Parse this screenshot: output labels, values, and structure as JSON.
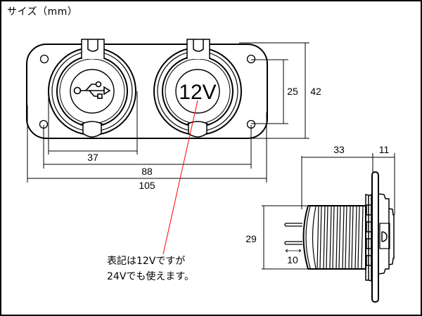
{
  "title": "サイズ（mm）",
  "front_view": {
    "usb_socket_icon": "usb-icon",
    "socket_label": "12V",
    "dimensions": {
      "socket_hole_spacing": "37",
      "mounting_hole_spacing_horizontal": "88",
      "overall_width": "105",
      "mounting_hole_spacing_vertical": "25",
      "overall_height": "42"
    }
  },
  "side_view": {
    "dimensions": {
      "body_depth": "33",
      "front_depth": "11",
      "body_diameter": "29",
      "terminal_length": "10"
    }
  },
  "note": {
    "line1": "表記は12Vですが",
    "line2": "24Vでも使えます。"
  },
  "colors": {
    "line": "#000000",
    "leader": "#ff0000",
    "background": "#ffffff"
  }
}
